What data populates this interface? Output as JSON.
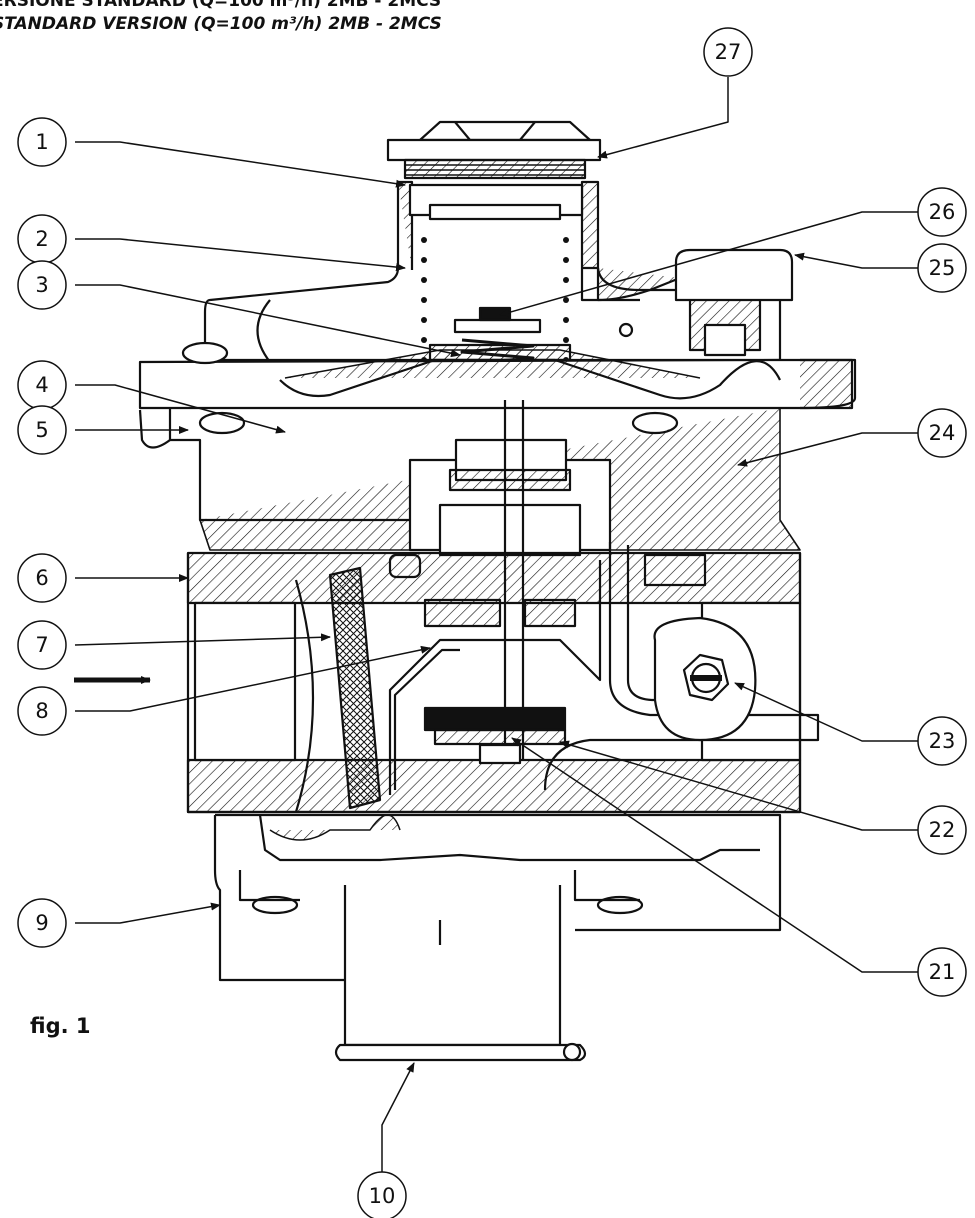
{
  "header": {
    "line1": "ERSIONE STANDARD (Q=100 m³/h)  2MB - 2MCS",
    "line2": "STANDARD VERSION (Q=100 m³/h)  2MB - 2MCS"
  },
  "figure_label": "fig. 1",
  "callouts": [
    "1",
    "2",
    "3",
    "4",
    "5",
    "6",
    "7",
    "8",
    "9",
    "10",
    "21",
    "22",
    "23",
    "24",
    "25",
    "26",
    "27"
  ],
  "colors": {
    "ink": "#111111",
    "paper": "#ffffff"
  }
}
